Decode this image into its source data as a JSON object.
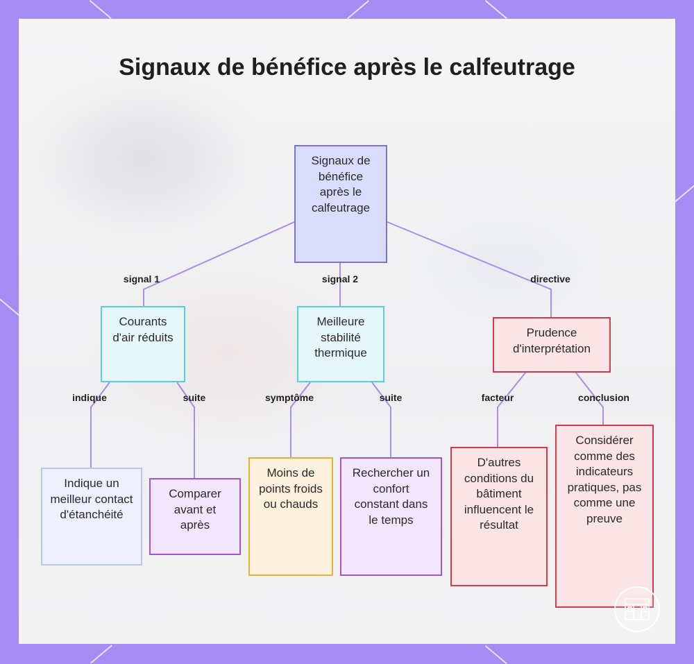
{
  "title": "Signaux de bénéfice après le calfeutrage",
  "colors": {
    "root": {
      "fill": "#d9dcfb",
      "stroke": "#7b74d6"
    },
    "cyan": {
      "fill": "#e6f7fc",
      "stroke": "#58cde6"
    },
    "red": {
      "fill": "#fbe4e6",
      "stroke": "#d23a4e"
    },
    "lavender": {
      "fill": "#eef0fd",
      "stroke": "#b8c4f2"
    },
    "purple": {
      "fill": "#f1e6fb",
      "stroke": "#a453d6"
    },
    "yellow": {
      "fill": "#fcf1dc",
      "stroke": "#e6b232"
    },
    "link": "#a98de6"
  },
  "nodes": {
    "root": "Signaux de bénéfice après le calfeutrage",
    "courants": "Courants d'air réduits",
    "stabilite": "Meilleure stabilité thermique",
    "prudence": "Prudence d'interprétation",
    "indique": "Indique un meilleur contact d'étanchéité",
    "comparer": "Comparer avant et après",
    "moins": "Moins de points froids ou chauds",
    "rechercher": "Rechercher un confort constant dans le temps",
    "autres": "D'autres conditions du bâtiment influencent le résultat",
    "considerer": "Considérer comme des indicateurs pratiques, pas comme une preuve"
  },
  "edges": {
    "signal1": "signal 1",
    "signal2": "signal 2",
    "directive": "directive",
    "indique": "indique",
    "suite1": "suite",
    "symptome": "symptôme",
    "suite2": "suite",
    "facteur": "facteur",
    "conclusion": "conclusion"
  },
  "icons": {
    "logo": "building-logo-icon"
  }
}
